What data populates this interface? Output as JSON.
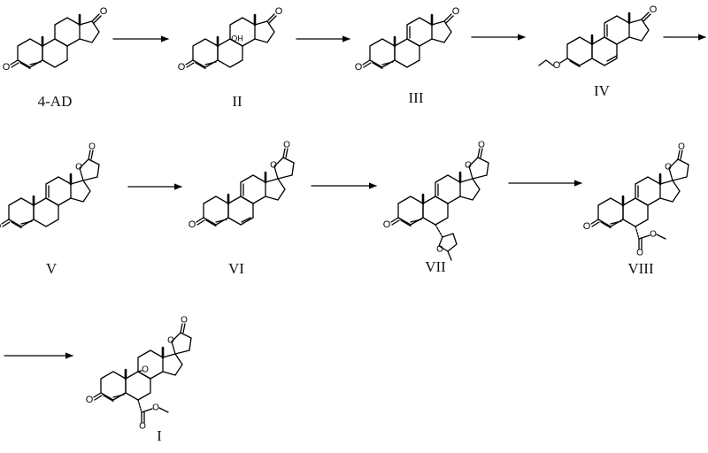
{
  "compounds": [
    {
      "id": "c_4ad",
      "label": "4-AD"
    },
    {
      "id": "c_ii",
      "label": "II"
    },
    {
      "id": "c_iii",
      "label": "III"
    },
    {
      "id": "c_iv",
      "label": "IV"
    },
    {
      "id": "c_v",
      "label": "V"
    },
    {
      "id": "c_vi",
      "label": "VI"
    },
    {
      "id": "c_vii",
      "label": "VII"
    },
    {
      "id": "c_viii",
      "label": "VIII"
    },
    {
      "id": "c_i",
      "label": "I"
    }
  ],
  "atoms": {
    "oxygen": "O",
    "hydroxyl": "OH"
  },
  "arrow_count": 8
}
